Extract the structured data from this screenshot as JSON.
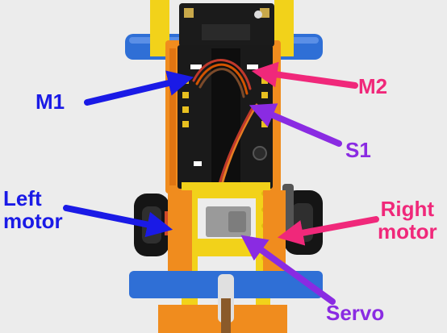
{
  "labels": {
    "m1": "M1",
    "m2": "M2",
    "s1": "S1",
    "left_motor_line1": "Left",
    "left_motor_line2": "motor",
    "right_motor_line1": "Right",
    "right_motor_line2": "motor",
    "servo": "Servo"
  },
  "colors": {
    "m1_arrow": "#1a1ae6",
    "left_motor_arrow": "#1a1ae6",
    "m2_arrow": "#f0287a",
    "right_motor_arrow": "#f0287a",
    "s1_arrow": "#8a2be2",
    "servo_arrow": "#8a2be2"
  }
}
